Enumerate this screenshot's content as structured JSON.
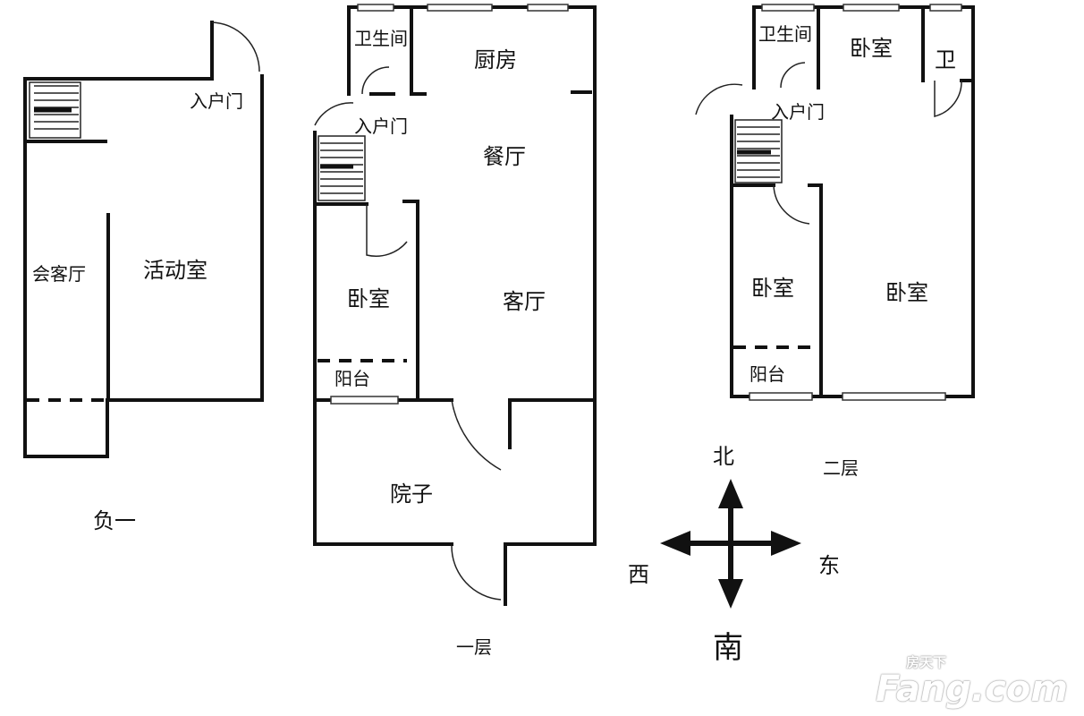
{
  "basement": {
    "title": "负一",
    "rooms": {
      "lounge": "会客厅",
      "activity": "活动室",
      "entry": "入户门"
    }
  },
  "floor1": {
    "title": "一层",
    "rooms": {
      "bath": "卫生间",
      "kitchen": "厨房",
      "entry": "入户门",
      "dining": "餐厅",
      "bedroom": "卧室",
      "living": "客厅",
      "balcony": "阳台",
      "yard": "院子"
    }
  },
  "floor2": {
    "title": "二层",
    "rooms": {
      "bath": "卫生间",
      "bedroom_n": "卧室",
      "wc": "卫",
      "entry": "入户门",
      "bedroom_w": "卧室",
      "bedroom_e": "卧室",
      "balcony": "阳台"
    }
  },
  "compass": {
    "north": "北",
    "south": "南",
    "east": "东",
    "west": "西"
  },
  "watermark": {
    "brand": "Fang.com",
    "cn": "房天下"
  }
}
